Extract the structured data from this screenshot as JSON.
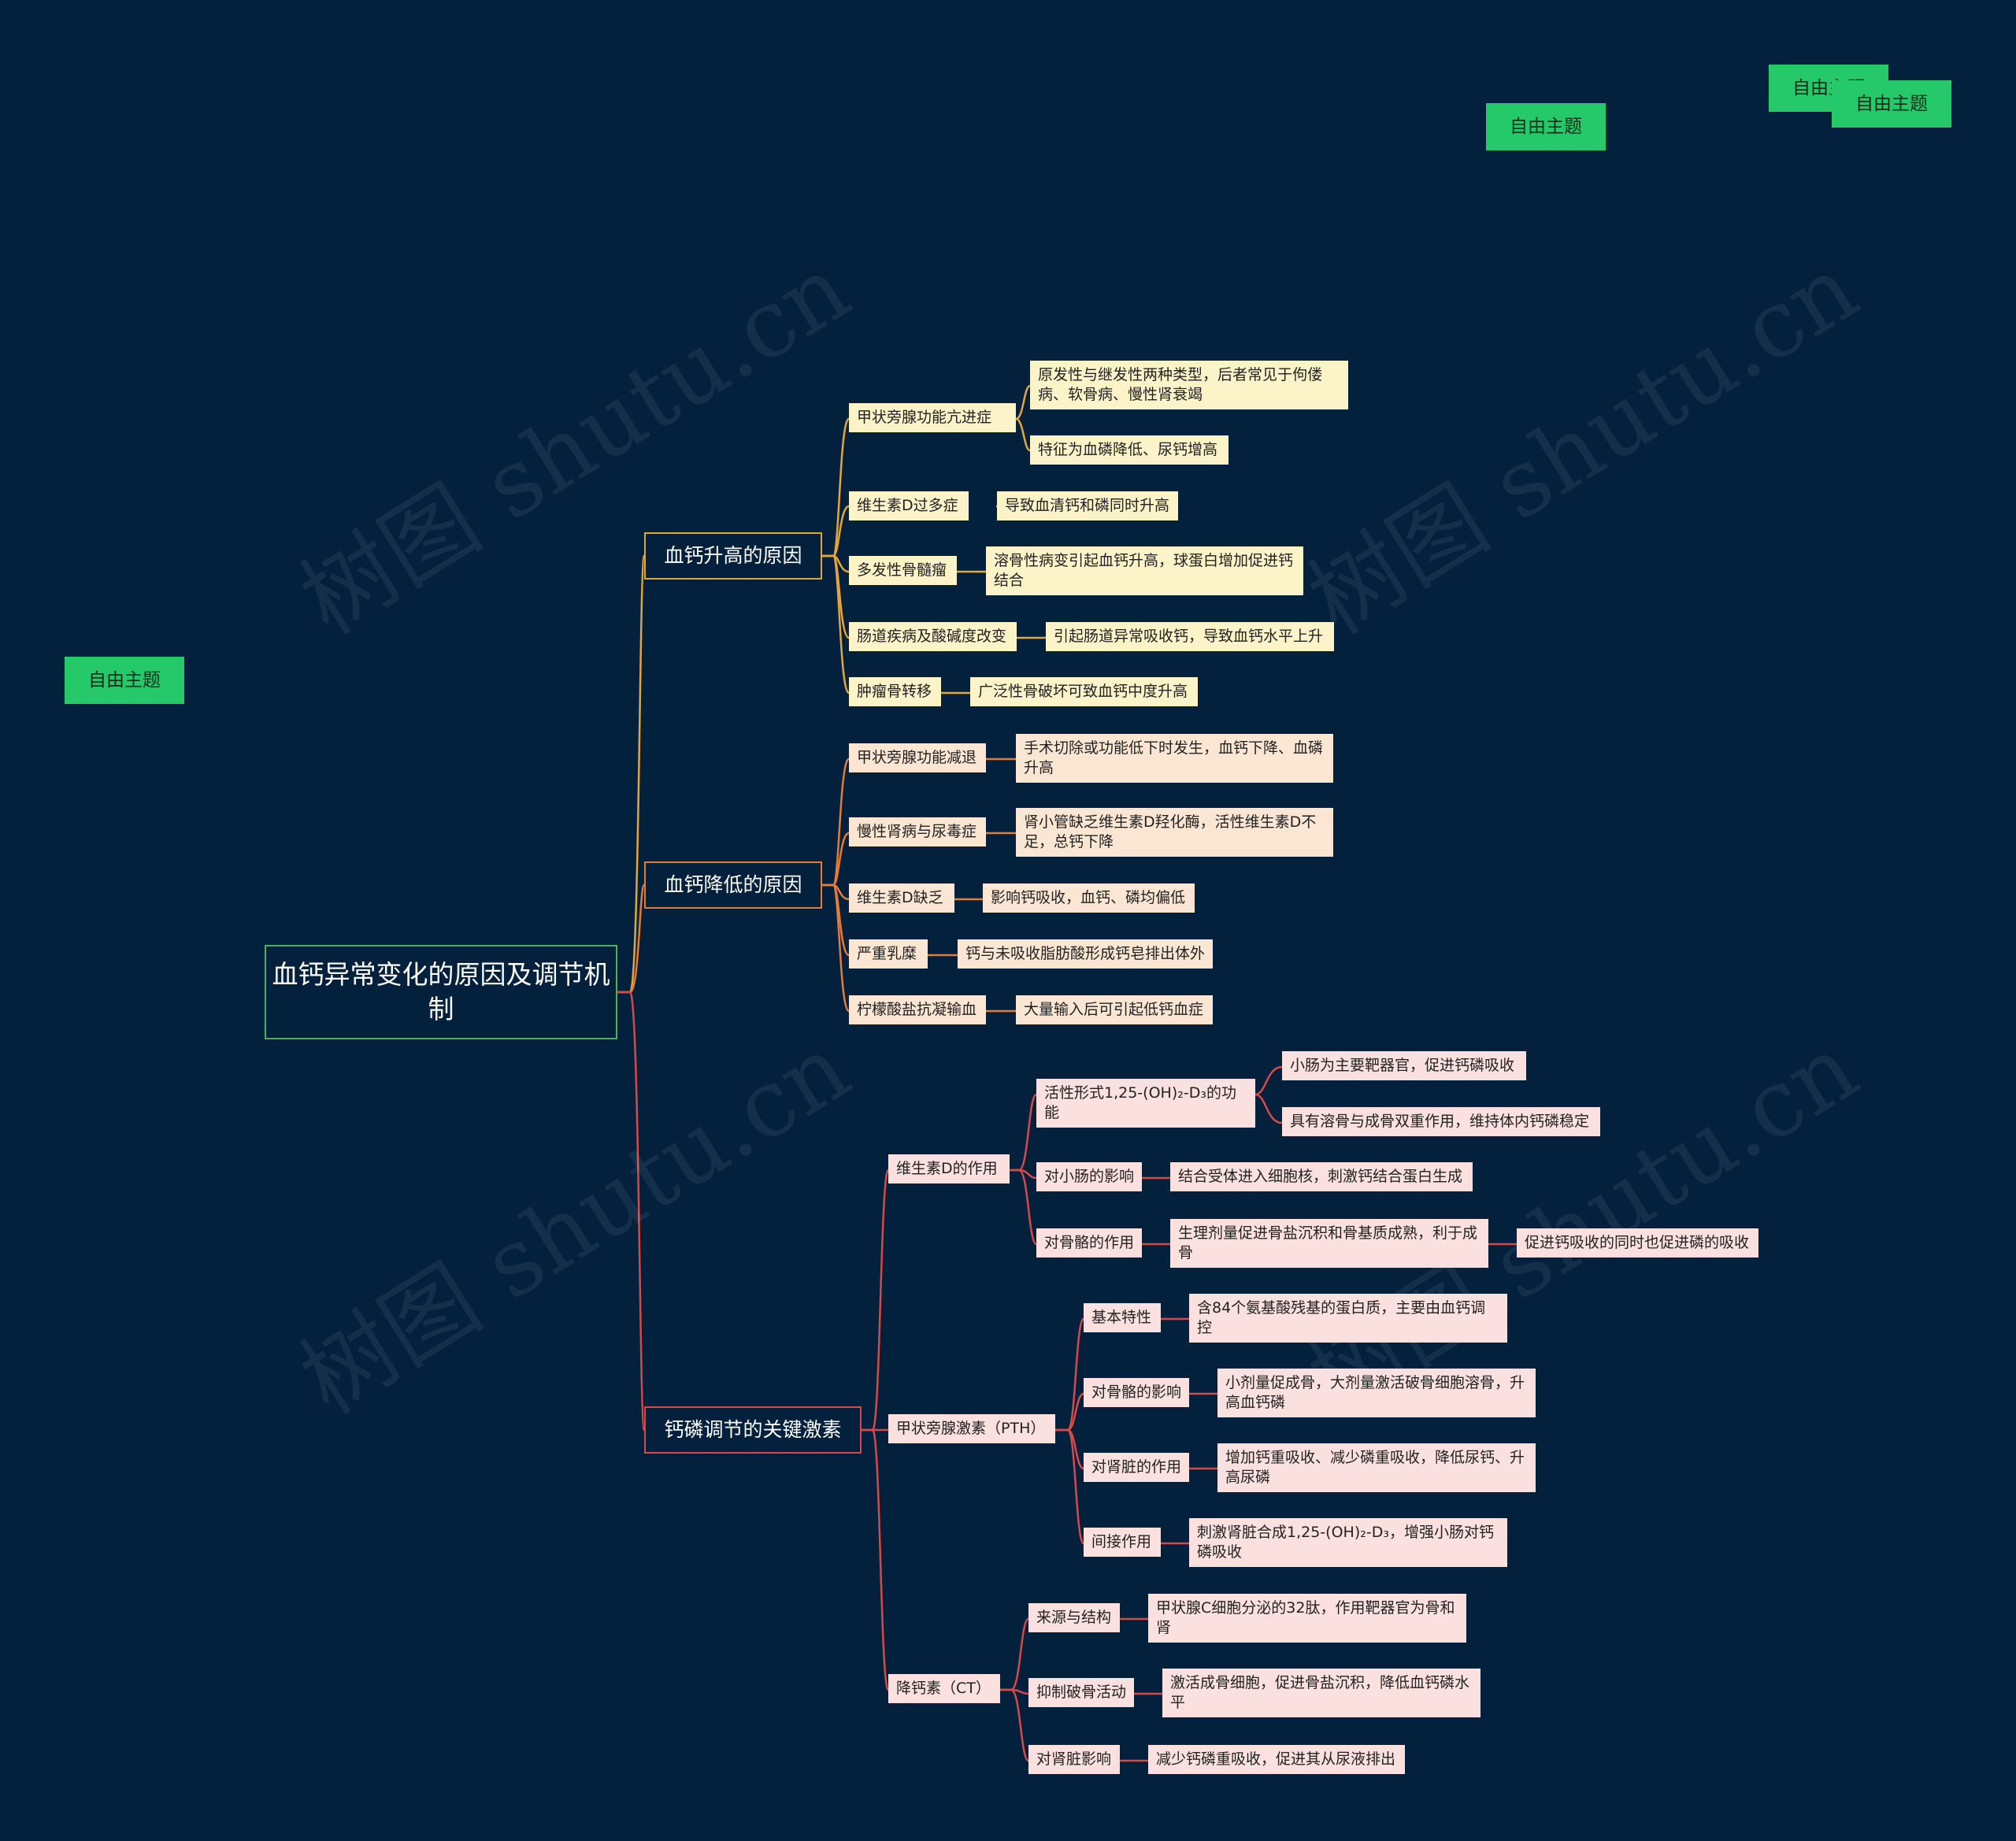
{
  "root": "血钙异常变化的原因及调节机制",
  "floating_topics": [
    "自由主题",
    "自由主题",
    "自由主题",
    "自由主题"
  ],
  "watermark": "树图 shutu.cn",
  "branch_high": {
    "label": "血钙升高的原因",
    "items": [
      {
        "label": "甲状旁腺功能亢进症",
        "details": [
          "原发性与继发性两种类型，后者常见于佝偻病、软骨病、慢性肾衰竭",
          "特征为血磷降低、尿钙增高"
        ]
      },
      {
        "label": "维生素D过多症",
        "details": [
          "导致血清钙和磷同时升高"
        ]
      },
      {
        "label": "多发性骨髓瘤",
        "details": [
          "溶骨性病变引起血钙升高，球蛋白增加促进钙结合"
        ]
      },
      {
        "label": "肠道疾病及酸碱度改变",
        "details": [
          "引起肠道异常吸收钙，导致血钙水平上升"
        ]
      },
      {
        "label": "肿瘤骨转移",
        "details": [
          "广泛性骨破坏可致血钙中度升高"
        ]
      }
    ]
  },
  "branch_low": {
    "label": "血钙降低的原因",
    "items": [
      {
        "label": "甲状旁腺功能减退",
        "details": [
          "手术切除或功能低下时发生，血钙下降、血磷升高"
        ]
      },
      {
        "label": "慢性肾病与尿毒症",
        "details": [
          "肾小管缺乏维生素D羟化酶，活性维生素D不足，总钙下降"
        ]
      },
      {
        "label": "维生素D缺乏",
        "details": [
          "影响钙吸收，血钙、磷均偏低"
        ]
      },
      {
        "label": "严重乳糜",
        "details": [
          "钙与未吸收脂肪酸形成钙皂排出体外"
        ]
      },
      {
        "label": "柠檬酸盐抗凝输血",
        "details": [
          "大量输入后可引起低钙血症"
        ]
      }
    ]
  },
  "branch_hormone": {
    "label": "钙磷调节的关键激素",
    "vitd": {
      "label": "维生素D的作用",
      "items": [
        {
          "label": "活性形式1,25-(OH)₂-D₃的功能",
          "details": [
            "小肠为主要靶器官，促进钙磷吸收",
            "具有溶骨与成骨双重作用，维持体内钙磷稳定"
          ]
        },
        {
          "label": "对小肠的影响",
          "details": [
            "结合受体进入细胞核，刺激钙结合蛋白生成"
          ]
        },
        {
          "label": "对骨骼的作用",
          "details": [
            "生理剂量促进骨盐沉积和骨基质成熟，利于成骨"
          ],
          "extra": "促进钙吸收的同时也促进磷的吸收"
        }
      ]
    },
    "pth": {
      "label": "甲状旁腺激素（PTH）",
      "items": [
        {
          "label": "基本特性",
          "details": [
            "含84个氨基酸残基的蛋白质，主要由血钙调控"
          ]
        },
        {
          "label": "对骨骼的影响",
          "details": [
            "小剂量促成骨，大剂量激活破骨细胞溶骨，升高血钙磷"
          ]
        },
        {
          "label": "对肾脏的作用",
          "details": [
            "增加钙重吸收、减少磷重吸收，降低尿钙、升高尿磷"
          ]
        },
        {
          "label": "间接作用",
          "details": [
            "刺激肾脏合成1,25-(OH)₂-D₃，增强小肠对钙磷吸收"
          ]
        }
      ]
    },
    "ct": {
      "label": "降钙素（CT）",
      "items": [
        {
          "label": "来源与结构",
          "details": [
            "甲状腺C细胞分泌的32肽，作用靶器官为骨和肾"
          ]
        },
        {
          "label": "抑制破骨活动",
          "details": [
            "激活成骨细胞，促进骨盐沉积，降低血钙磷水平"
          ]
        },
        {
          "label": "对肾脏影响",
          "details": [
            "减少钙磷重吸收，促进其从尿液排出"
          ]
        }
      ]
    }
  },
  "colors": {
    "background": "#03203C",
    "root_border": "#4FAE5E",
    "yellow": "#E2A63A",
    "orange": "#E27C3A",
    "red": "#D44A48",
    "free_topic": "#26C969"
  }
}
